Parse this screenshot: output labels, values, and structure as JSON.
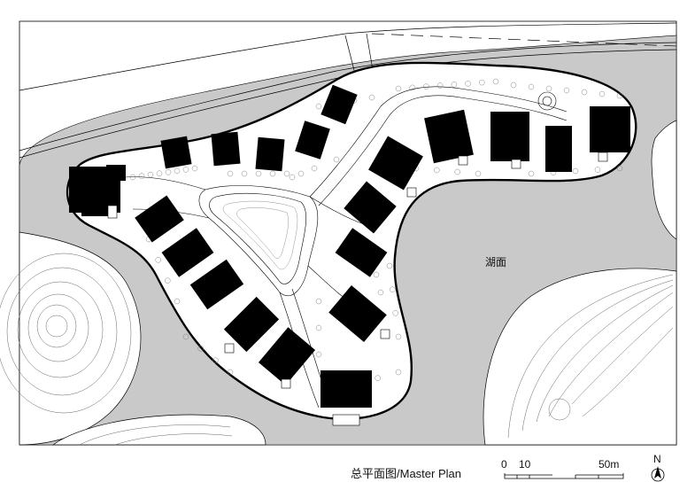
{
  "caption": "总平面图/Master Plan",
  "lake_label": "湖面",
  "scale_bar": {
    "tick_labels": [
      "0",
      "10",
      "50m"
    ]
  },
  "north_label": "N",
  "colors": {
    "water": "#c9c9c9",
    "ink": "#000000",
    "paper": "#ffffff"
  },
  "icons": [
    "north-arrow-icon",
    "tree-icon"
  ]
}
